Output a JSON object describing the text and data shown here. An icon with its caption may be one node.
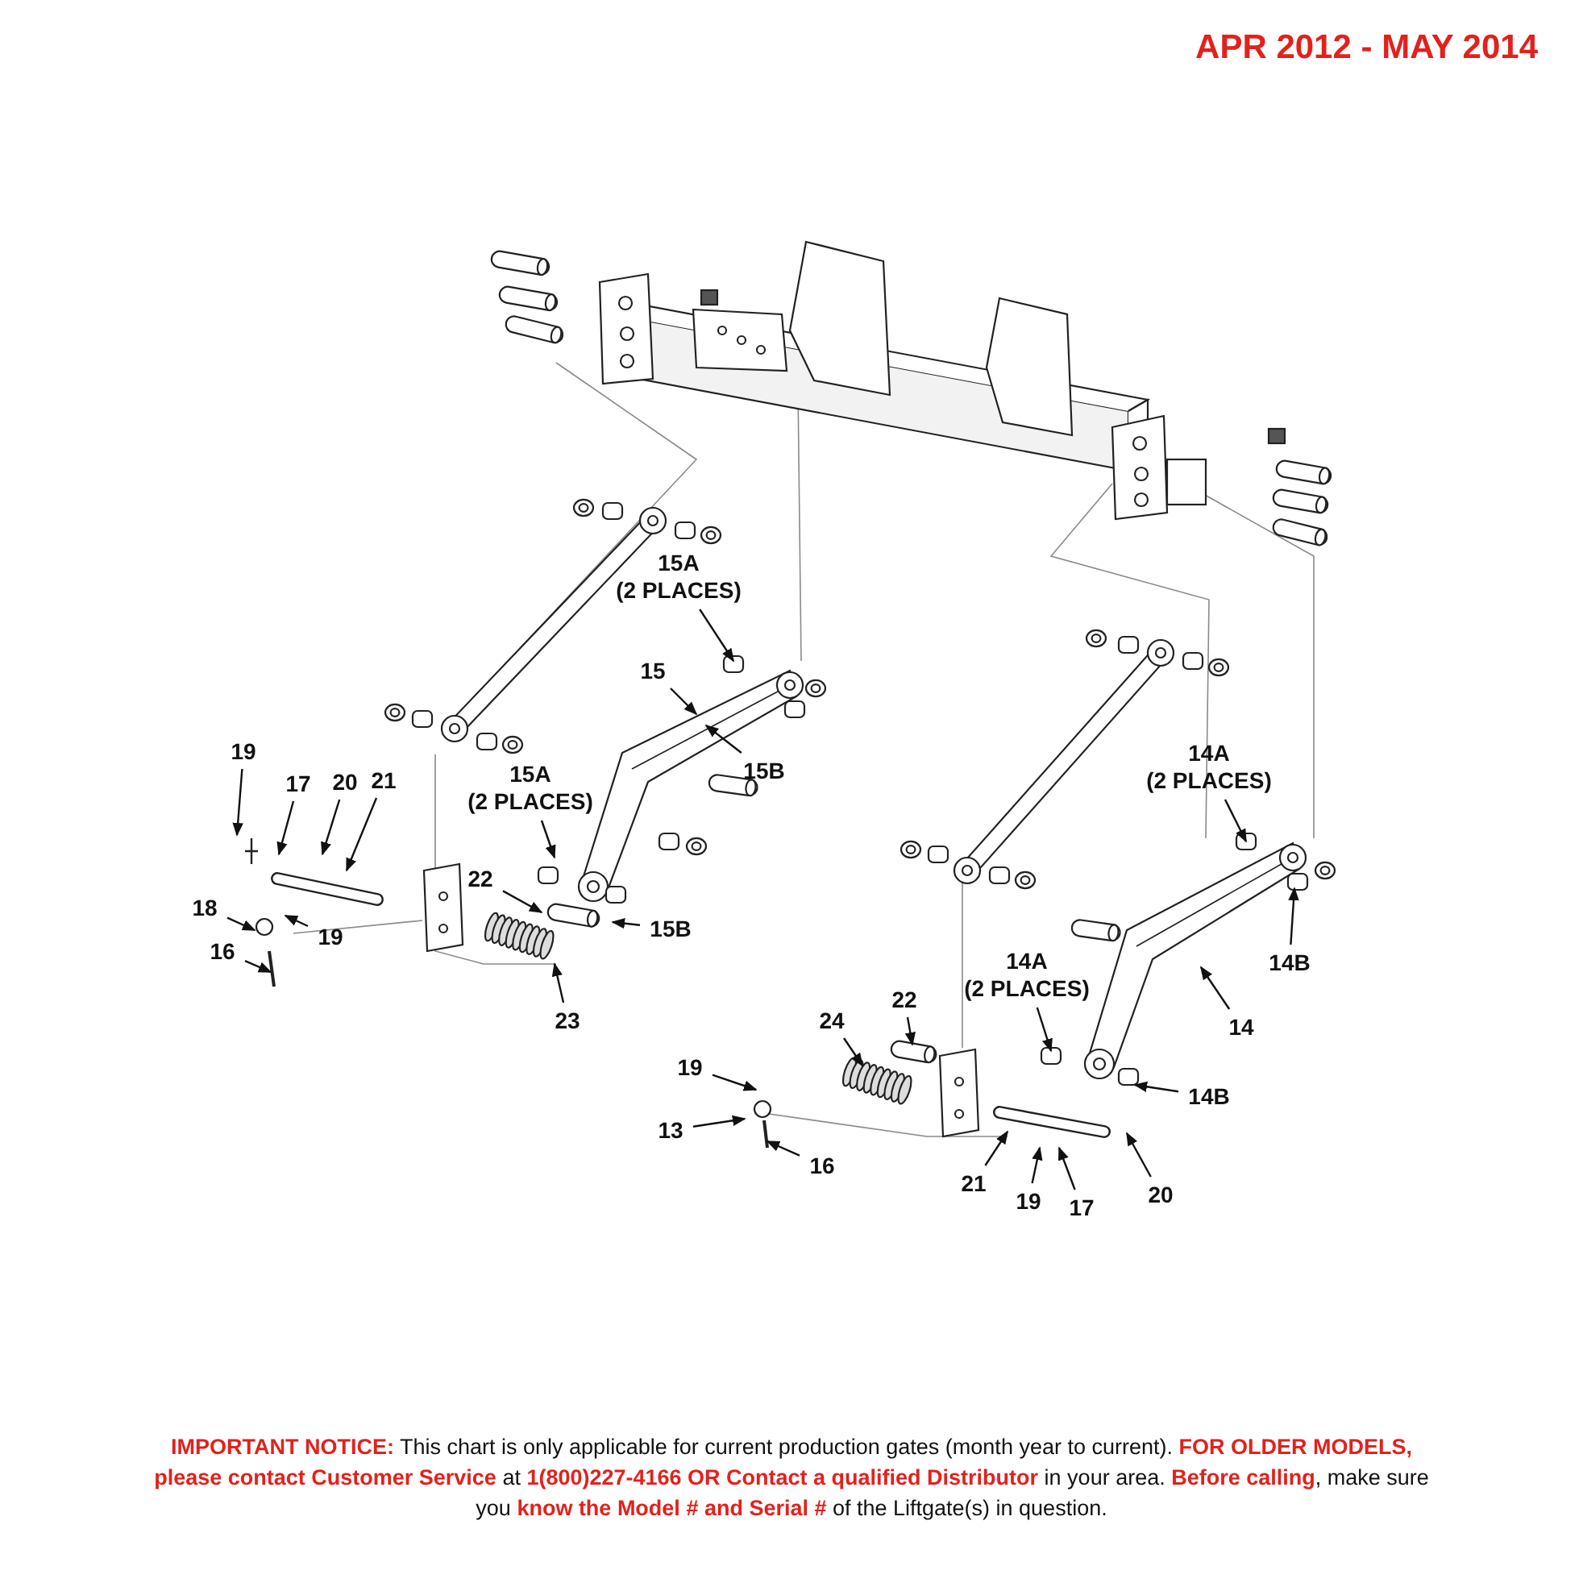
{
  "diagram": {
    "title": "APR 2012 - MAY 2014",
    "caption": "**IMPORTANT NOTICE:** This chart is only applicable for current production gates (month year to current). **FOR OLDER MODELS, please contact Customer Service** at **1(800)227-4166 OR Contact a qualified Distributor** in your area. **Before calling**, make sure you **know the Model # and Serial #** of the Liftgate(s) in question.",
    "nodes": [
      {
        "text": [
          "15A (2 PLACES)"
        ]
      },
      {
        "text": [
          "15"
        ]
      },
      {
        "text": [
          "15B"
        ]
      },
      {
        "text": [
          "19"
        ]
      },
      {
        "text": [
          "21"
        ]
      },
      {
        "text": [
          "20"
        ]
      },
      {
        "text": [
          "17"
        ]
      },
      {
        "text": [
          "15A (2 PLACES)"
        ]
      },
      {
        "text": [
          "22"
        ]
      },
      {
        "text": [
          "18"
        ]
      },
      {
        "text": [
          "19"
        ]
      },
      {
        "text": [
          "15B"
        ]
      },
      {
        "text": [
          "16"
        ]
      },
      {
        "text": [
          "23"
        ]
      },
      {
        "text": [
          "14A (2 PLACES)"
        ]
      },
      {
        "text": [
          "14B"
        ]
      },
      {
        "text": [
          "14A (2 PLACES)"
        ]
      },
      {
        "text": [
          "22"
        ]
      },
      {
        "text": [
          "14"
        ]
      },
      {
        "text": [
          "24"
        ]
      },
      {
        "text": [
          "19"
        ]
      },
      {
        "text": [
          "14B"
        ]
      },
      {
        "text": [
          "13"
        ]
      },
      {
        "text": [
          "16"
        ]
      },
      {
        "text": [
          "21"
        ]
      },
      {
        "text": [
          "20"
        ]
      },
      {
        "text": [
          "19"
        ]
      },
      {
        "text": [
          "17"
        ]
      }
    ],
    "edges": [
      {
        "from": 0,
        "to": null,
        "arrow": "to"
      },
      {
        "from": 1,
        "to": null,
        "arrow": "to"
      },
      {
        "from": 2,
        "to": null,
        "arrow": "to"
      },
      {
        "from": 3,
        "to": null,
        "arrow": "to"
      },
      {
        "from": 4,
        "to": null,
        "arrow": "to"
      },
      {
        "from": 5,
        "to": null,
        "arrow": "to"
      },
      {
        "from": 6,
        "to": null,
        "arrow": "to"
      },
      {
        "from": 7,
        "to": null,
        "arrow": "to"
      },
      {
        "from": 8,
        "to": null,
        "arrow": "to"
      },
      {
        "from": 9,
        "to": null,
        "arrow": "to"
      },
      {
        "from": 10,
        "to": null,
        "arrow": "to"
      },
      {
        "from": 11,
        "to": null,
        "arrow": "to"
      },
      {
        "from": 12,
        "to": null,
        "arrow": "to"
      },
      {
        "from": 13,
        "to": null,
        "arrow": "to"
      },
      {
        "from": 14,
        "to": null,
        "arrow": "to"
      },
      {
        "from": 15,
        "to": null,
        "arrow": "to"
      },
      {
        "from": 16,
        "to": null,
        "arrow": "to"
      },
      {
        "from": 17,
        "to": null,
        "arrow": "to"
      },
      {
        "from": 18,
        "to": null,
        "arrow": "to"
      },
      {
        "from": 19,
        "to": null,
        "arrow": "to"
      },
      {
        "from": 20,
        "to": null,
        "arrow": "to"
      },
      {
        "from": 21,
        "to": null,
        "arrow": "to"
      },
      {
        "from": 22,
        "to": null,
        "arrow": "to"
      },
      {
        "from": 23,
        "to": null,
        "arrow": "to"
      },
      {
        "from": 24,
        "to": null,
        "arrow": "to"
      },
      {
        "from": 25,
        "to": null,
        "arrow": "to"
      },
      {
        "from": 26,
        "to": null,
        "arrow": "to"
      },
      {
        "from": 27,
        "to": null,
        "arrow": "to"
      }
    ]
  }
}
